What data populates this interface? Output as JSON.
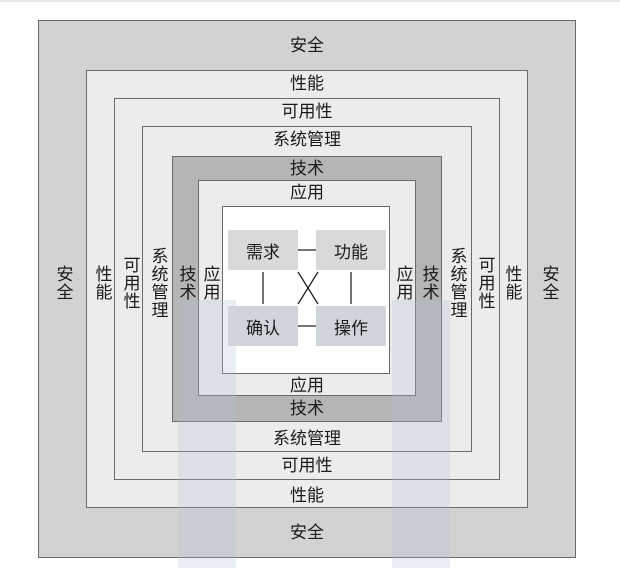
{
  "layers": {
    "security": "安全",
    "performance": "性能",
    "availability": "可用性",
    "system_management": "系统管理",
    "technology": "技术",
    "application": "应用"
  },
  "core": {
    "requirements": "需求",
    "function": "功能",
    "confirm": "确认",
    "operation": "操作"
  },
  "colors": {
    "outer_gray": "#d2d2d2",
    "light_band": "#ececec",
    "dark_band": "#b5b5b5",
    "core_box": "#d9d9d9",
    "border": "#6a6a6a"
  }
}
